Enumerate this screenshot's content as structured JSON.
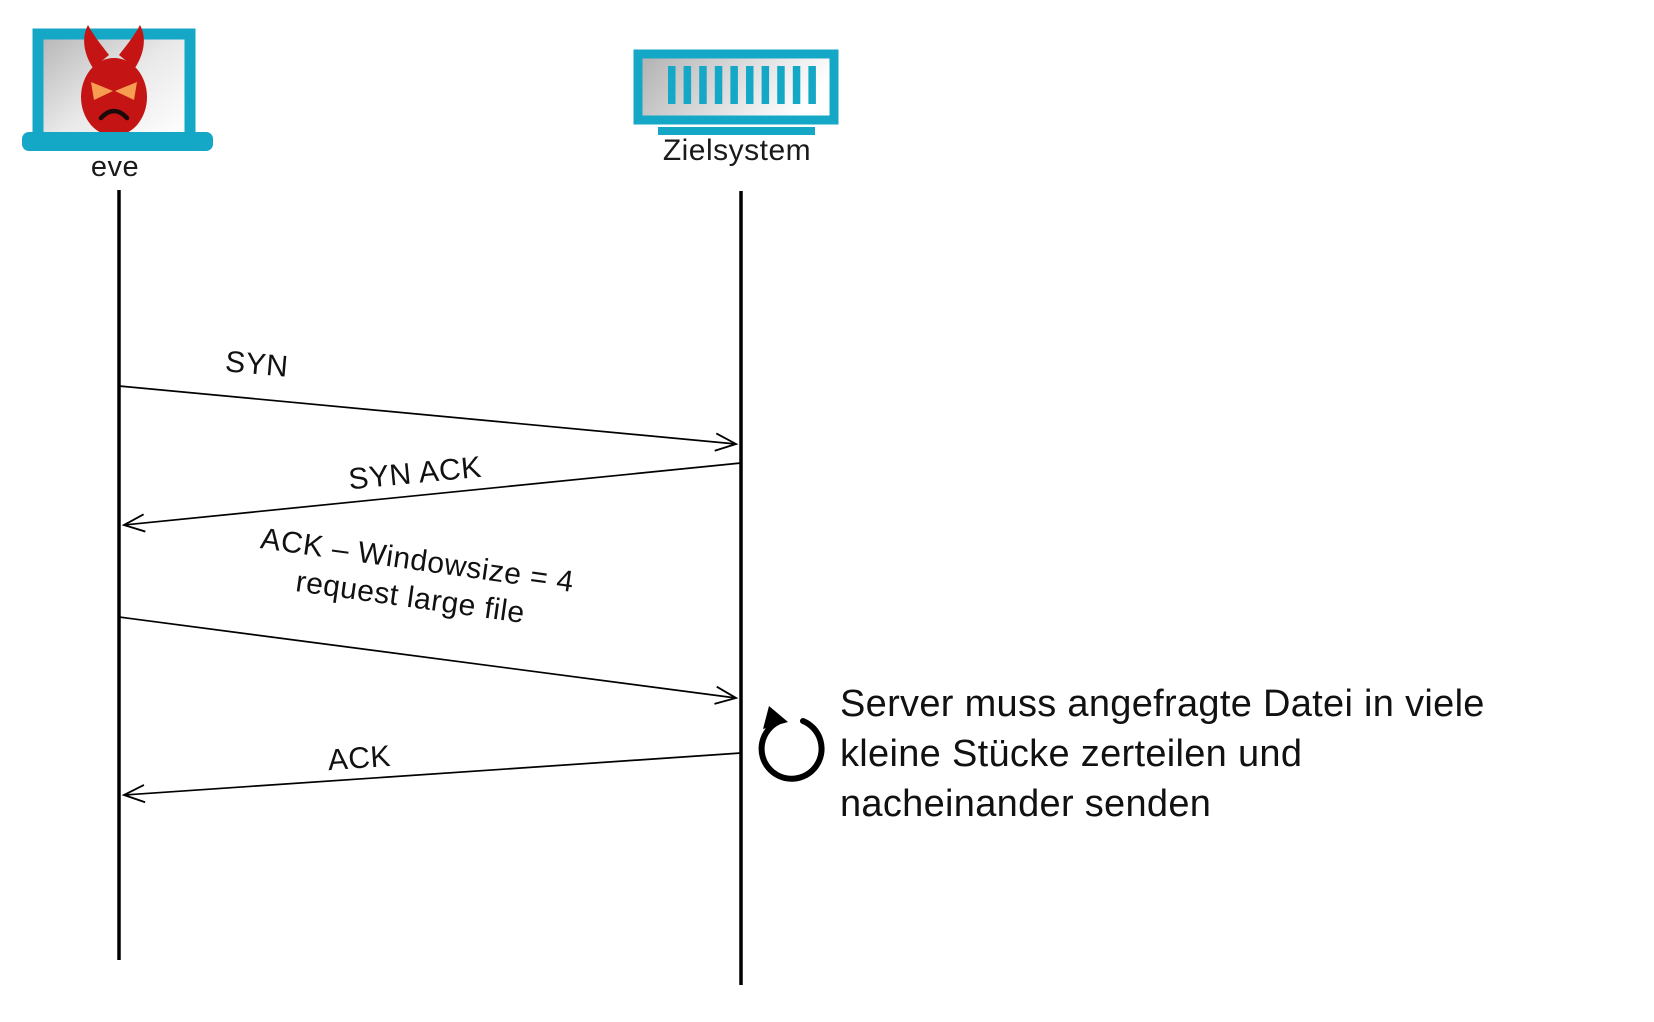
{
  "colors": {
    "cyan": "#14a7c6",
    "devil_red": "#c41414",
    "devil_eye_orange": "#f79d52",
    "line_black": "#000000"
  },
  "actors": {
    "eve": {
      "label": "eve",
      "icon": "devil-laptop"
    },
    "target": {
      "label": "Zielsystem",
      "icon": "server-rack"
    }
  },
  "messages": [
    {
      "label": "SYN",
      "from": "eve",
      "to": "Zielsystem"
    },
    {
      "label": "SYN ACK",
      "from": "Zielsystem",
      "to": "eve"
    },
    {
      "label": "ACK – Windowsize = 4",
      "label2": "request large file",
      "from": "eve",
      "to": "Zielsystem"
    },
    {
      "label": "ACK",
      "from": "Zielsystem",
      "to": "eve"
    }
  ],
  "note": {
    "icon": "loop-arrow",
    "line1": "Server muss angefragte Datei in viele",
    "line2": "kleine Stücke zerteilen und",
    "line3": "nacheinander senden"
  }
}
